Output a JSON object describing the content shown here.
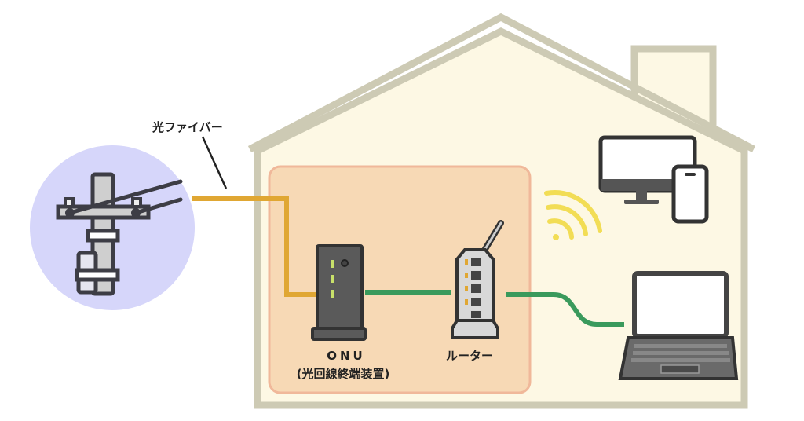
{
  "labels": {
    "fiber": "光ファイバー",
    "onu": "ONU",
    "onu_sub": "(光回線終端装置)",
    "router": "ルーター"
  },
  "colors": {
    "fiber_cable": "#e0a733",
    "lan_cable": "#3a9a5c",
    "wifi": "#f2dd55",
    "house_fill": "#fdf8e4",
    "house_outline": "#cdcab4",
    "network_area": "#f7d9b5",
    "pole_circle": "#d6d6fa"
  }
}
